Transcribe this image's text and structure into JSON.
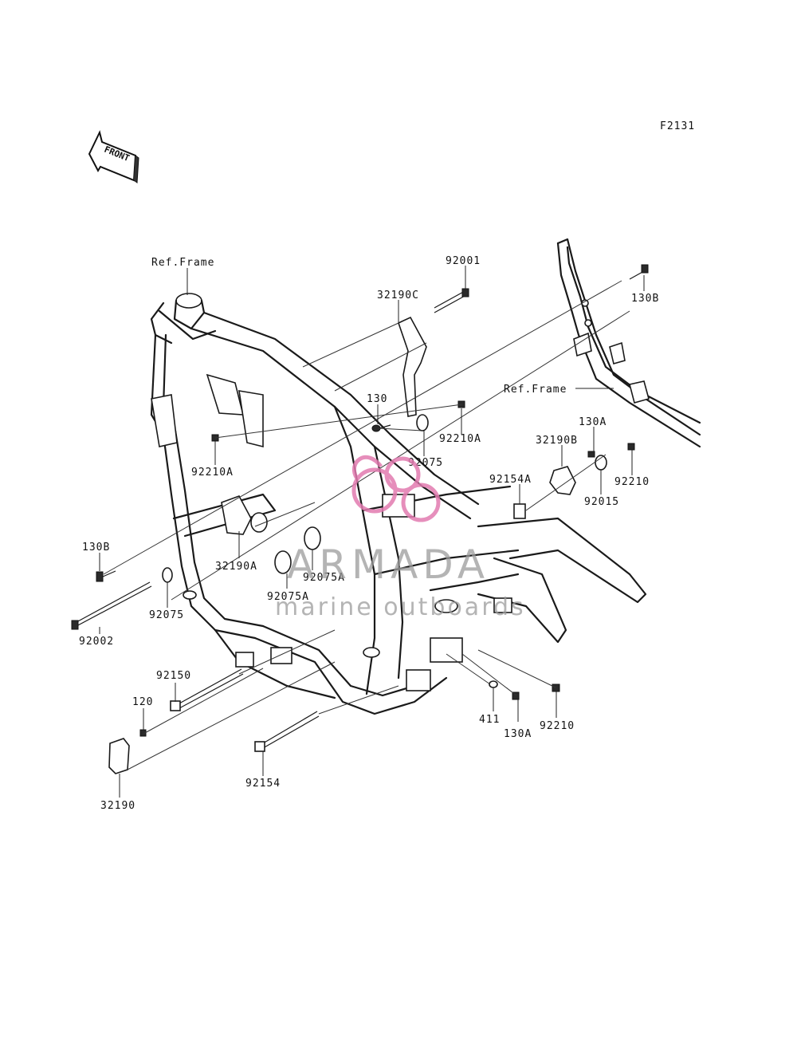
{
  "figure_code": "F2131",
  "front_arrow": {
    "label": "FRONT"
  },
  "watermark": {
    "brand": "ARMADA",
    "tagline": "marine outboards",
    "logo_color": "#e27bb0",
    "text_color": "#9c9c9c"
  },
  "labels": {
    "ref_frame_left": "Ref.Frame",
    "ref_frame_right": "Ref.Frame",
    "p92001": "92001",
    "p32190C": "32190C",
    "p130B_top": "130B",
    "p130": "130",
    "p92210A_right": "92210A",
    "p92075_top": "92075",
    "p130A_top": "130A",
    "p32190B": "32190B",
    "p92210_right": "92210",
    "p92015": "92015",
    "p92154A": "92154A",
    "p92210A_left": "92210A",
    "p130B_left": "130B",
    "p32190A": "32190A",
    "p92075A_a": "92075A",
    "p92075A_b": "92075A",
    "p92075_left": "92075",
    "p92002": "92002",
    "p92150": "92150",
    "p120": "120",
    "p32190": "32190",
    "p92154": "92154",
    "p411": "411",
    "p130A_bottom": "130A",
    "p92210_bottom": "92210"
  }
}
